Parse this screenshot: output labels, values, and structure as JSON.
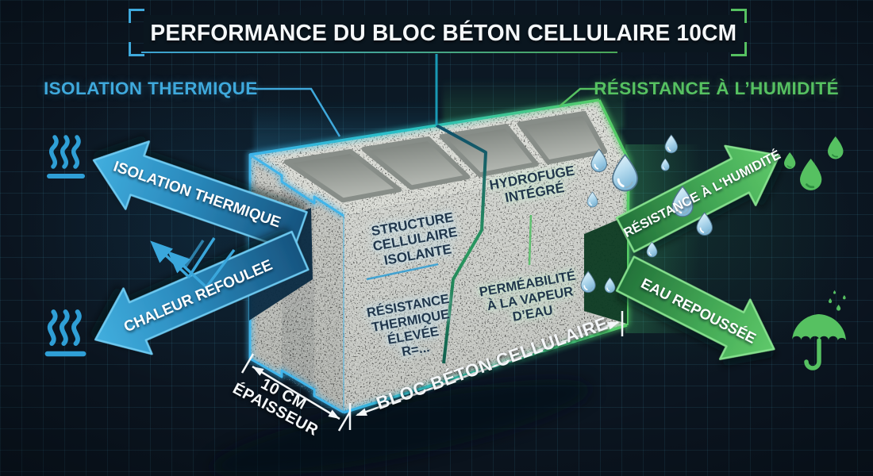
{
  "title": "PERFORMANCE DU BLOC BÉTON CELLULAIRE 10CM",
  "section_labels": {
    "thermal": "ISOLATION THERMIQUE",
    "humidity": "RÉSISTANCE À L’HUMIDITÉ"
  },
  "arrow_labels": {
    "thermal_out": "ISOLATION THERMIQUE",
    "heat_back": "CHALEUR REFOULEE",
    "humidity_resist": "RÉSISTANCE À L'HUMIDITÉ",
    "water_repelled": "EAU REPOUSSÉE"
  },
  "block_annotations": {
    "structure": "STRUCTURE\nCELLULAIRE\nISOLANTE",
    "thermal_resistance": "RÉSISTANCE\nTHERMIQUE\nÉLEVÉE\nR=...",
    "hydrofuge": "HYDROFUGE\nINTÉGRÉ",
    "permeability": "PERMÉABILITÉ\nÀ LA VAPEUR\nD’EAU"
  },
  "dimensions": {
    "thickness": "10 CM\nÉPAISSEUR",
    "length": "BLOC BÉTON CELLULAIRE"
  },
  "icons": {
    "heat": "heat-waves-icon",
    "water": "water-drop-icon",
    "green_drops": "green-water-drops-icon",
    "umbrella": "umbrella-rain-icon"
  },
  "colors": {
    "background": "#0b1520",
    "accent_blue": "#3fa9dc",
    "accent_green": "#56c161",
    "concrete_light": "#d8dad4",
    "text_dark": "#20354a",
    "white": "#ffffff"
  }
}
